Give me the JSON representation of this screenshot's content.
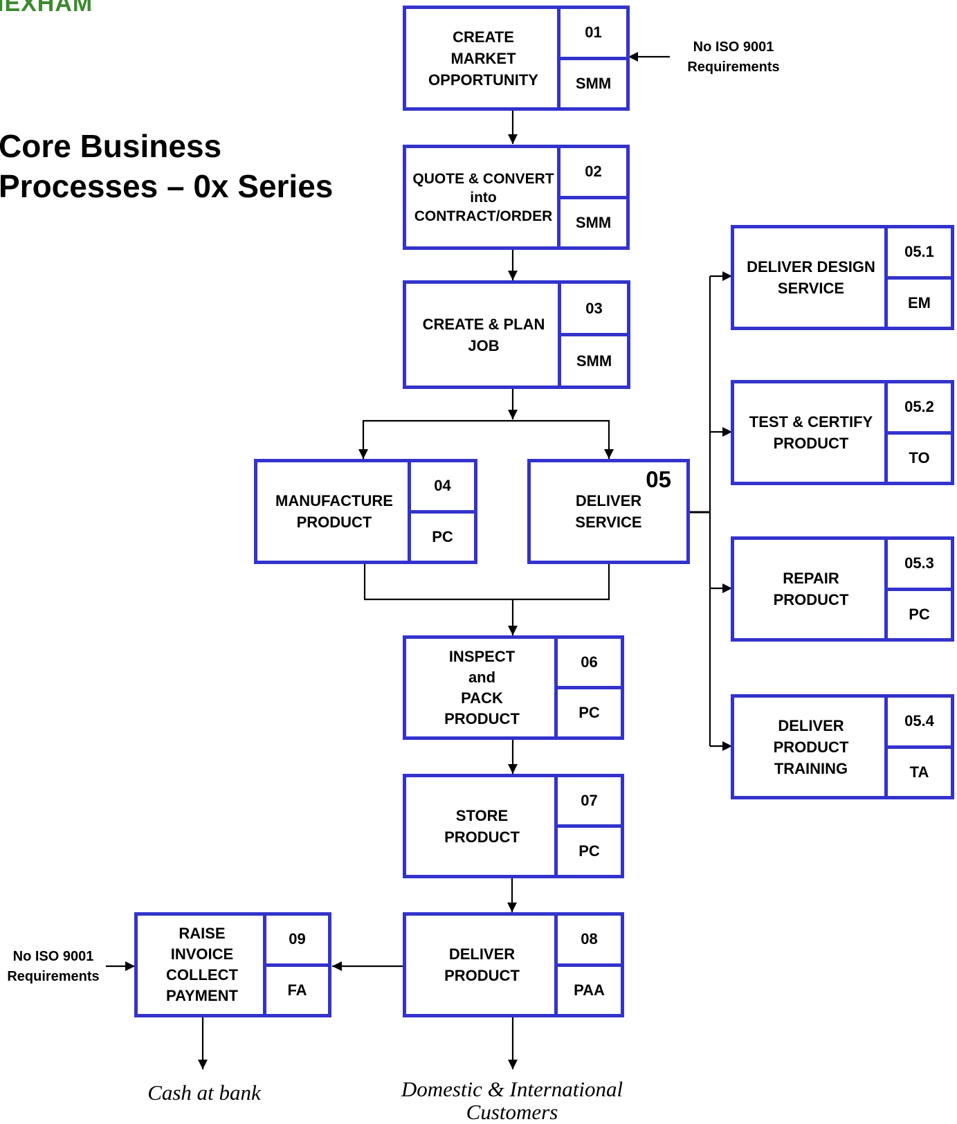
{
  "header": {
    "logo_text": "IEXHAM",
    "title_line1": "Core Business",
    "title_line2": "Processes – 0x Series"
  },
  "processes": {
    "p01": {
      "label": "CREATE\nMARKET\nOPPORTUNITY",
      "id": "01",
      "owner": "SMM"
    },
    "p02": {
      "label": "QUOTE & CONVERT\ninto\nCONTRACT/ORDER",
      "id": "02",
      "owner": "SMM"
    },
    "p03": {
      "label": "CREATE & PLAN\nJOB",
      "id": "03",
      "owner": "SMM"
    },
    "p04": {
      "label": "MANUFACTURE\nPRODUCT",
      "id": "04",
      "owner": "PC"
    },
    "p05": {
      "label": "DELIVER\nSERVICE",
      "id": "05"
    },
    "p051": {
      "label": "DELIVER DESIGN\nSERVICE",
      "id": "05.1",
      "owner": "EM"
    },
    "p052": {
      "label": "TEST & CERTIFY\nPRODUCT",
      "id": "05.2",
      "owner": "TO"
    },
    "p053": {
      "label": "REPAIR\nPRODUCT",
      "id": "05.3",
      "owner": "PC"
    },
    "p054": {
      "label": "DELIVER\nPRODUCT\nTRAINING",
      "id": "05.4",
      "owner": "TA"
    },
    "p06": {
      "label": "INSPECT\nand\nPACK\nPRODUCT",
      "id": "06",
      "owner": "PC"
    },
    "p07": {
      "label": "STORE\nPRODUCT",
      "id": "07",
      "owner": "PC"
    },
    "p08": {
      "label": "DELIVER\nPRODUCT",
      "id": "08",
      "owner": "PAA"
    },
    "p09": {
      "label": "RAISE\nINVOICE\nCOLLECT\nPAYMENT",
      "id": "09",
      "owner": "FA"
    }
  },
  "notes": {
    "iso_top": "No ISO 9001\nRequirements",
    "iso_left": "No ISO 9001\nRequirements"
  },
  "outputs": {
    "cash": "Cash at bank",
    "customers": "Domestic & International\nCustomers"
  },
  "colors": {
    "box_border": "#3333cc",
    "logo": "#3c8a2e",
    "connector": "#000000"
  }
}
